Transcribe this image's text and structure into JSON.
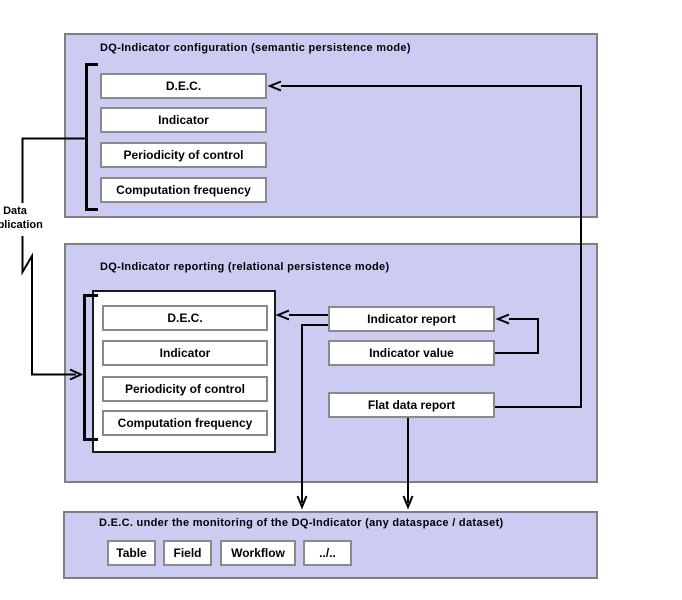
{
  "colors": {
    "panel_fill": "#ccccf2",
    "panel_border": "#7f7f7f",
    "box_border": "#8a8a8a",
    "line": "#000000"
  },
  "side_label": "Data replication",
  "top_section": {
    "title": "DQ-Indicator configuration (semantic persistence mode)",
    "items": [
      "D.E.C.",
      "Indicator",
      "Periodicity of control",
      "Computation frequency"
    ]
  },
  "middle_section": {
    "title": "DQ-Indicator reporting (relational persistence mode)",
    "config_items": [
      "D.E.C.",
      "Indicator",
      "Periodicity of control",
      "Computation frequency"
    ],
    "report_items": [
      "Indicator report",
      "Indicator value",
      "Flat data report"
    ]
  },
  "bottom_section": {
    "title": "D.E.C. under the monitoring of the DQ-Indicator (any dataspace / dataset)",
    "items": [
      "Table",
      "Field",
      "Workflow",
      "../.."
    ]
  }
}
